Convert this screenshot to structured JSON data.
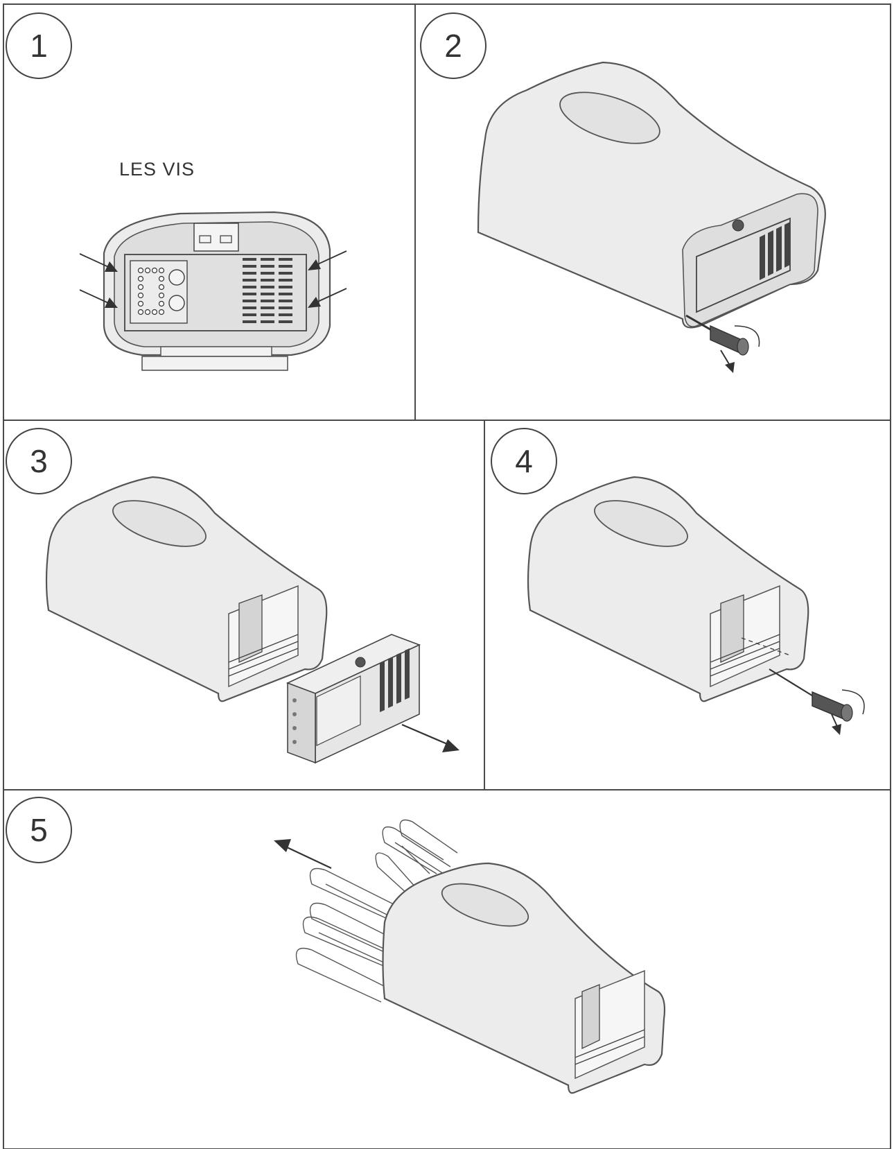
{
  "steps": [
    {
      "number": "1",
      "caption": "LES VIS"
    },
    {
      "number": "2",
      "caption": ""
    },
    {
      "number": "3",
      "caption": ""
    },
    {
      "number": "4",
      "caption": ""
    },
    {
      "number": "5",
      "caption": ""
    }
  ],
  "colors": {
    "line": "#4a4a4a",
    "shell": "#ececec",
    "background": "#ffffff"
  }
}
